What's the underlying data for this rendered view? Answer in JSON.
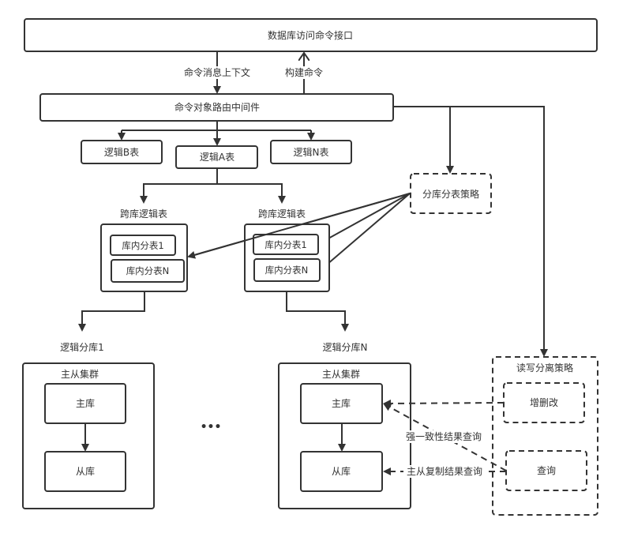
{
  "diagram": {
    "interface": "数据库访问命令接口",
    "edge_context": "命令消息上下文",
    "edge_build": "构建命令",
    "middleware": "命令对象路由中间件",
    "logical_tables": {
      "b": "逻辑B表",
      "a": "逻辑A表",
      "n": "逻辑N表"
    },
    "cross_db_table_label": "跨库逻辑表",
    "shard_strategy": "分库分表策略",
    "inner_table_1": "库内分表1",
    "inner_table_n": "库内分表N",
    "logical_db_1": "逻辑分库1",
    "logical_db_n": "逻辑分库N",
    "cluster_label": "主从集群",
    "master": "主库",
    "slave": "从库",
    "ellipsis": "•••",
    "rw_strategy": "读写分离策略",
    "write_ops": "增删改",
    "query": "查询",
    "edge_strong": "强一致性结果查询",
    "edge_replica": "主从复制结果查询"
  },
  "colors": {
    "stroke": "#333333",
    "text": "#333333",
    "background": "#ffffff"
  }
}
